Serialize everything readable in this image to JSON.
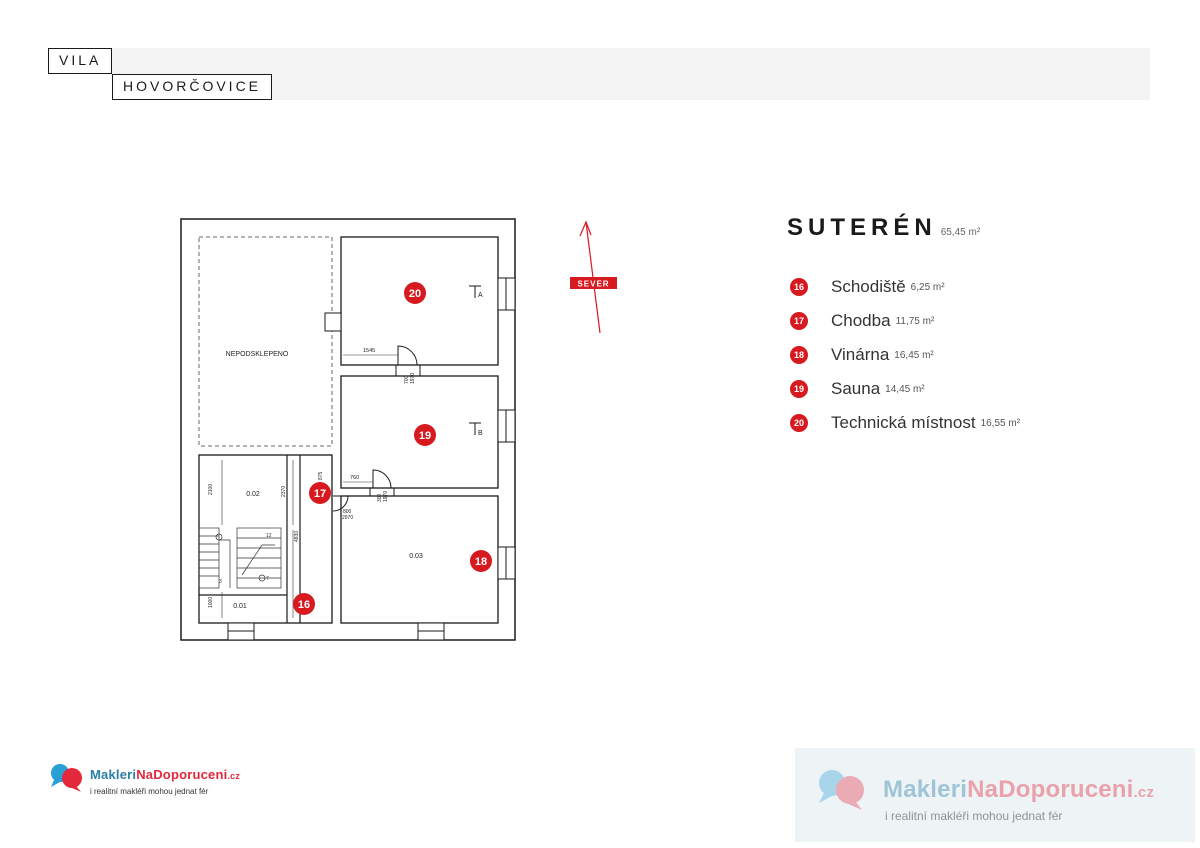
{
  "header": {
    "line1": "VILA",
    "line2": "HOVORČOVICE"
  },
  "plan": {
    "unbasemented_label": "NEPODSKLEPENO",
    "north_label": "SEVER",
    "room_codes": [
      "0.01",
      "0.02",
      "0.03"
    ],
    "marks": [
      "A",
      "B"
    ],
    "dimensions": [
      "1545",
      "700",
      "1970",
      "760",
      "2970",
      "800",
      "2100",
      "2370",
      "4830",
      "1000",
      "12",
      "7",
      "3",
      "875",
      "300"
    ],
    "badges": [
      "16",
      "17",
      "18",
      "19",
      "20"
    ]
  },
  "floor": {
    "name": "SUTERÉN",
    "area": "65,45 m²"
  },
  "rooms": [
    {
      "num": "16",
      "name": "Schodiště",
      "area": "6,25 m²"
    },
    {
      "num": "17",
      "name": "Chodba",
      "area": "11,75 m²"
    },
    {
      "num": "18",
      "name": "Vinárna",
      "area": "16,45 m²"
    },
    {
      "num": "19",
      "name": "Sauna",
      "area": "14,45 m²"
    },
    {
      "num": "20",
      "name": "Technická místnost",
      "area": "16,55 m²"
    }
  ],
  "logo": {
    "name_a": "Makleri",
    "name_b": "NaDoporuceni",
    "name_c": ".cz",
    "tagline": "i realitní makléři mohou jednat fér"
  },
  "colors": {
    "accent": "#d71920",
    "brand_blue": "#2a7fa8",
    "brand_red": "#e3283c"
  }
}
